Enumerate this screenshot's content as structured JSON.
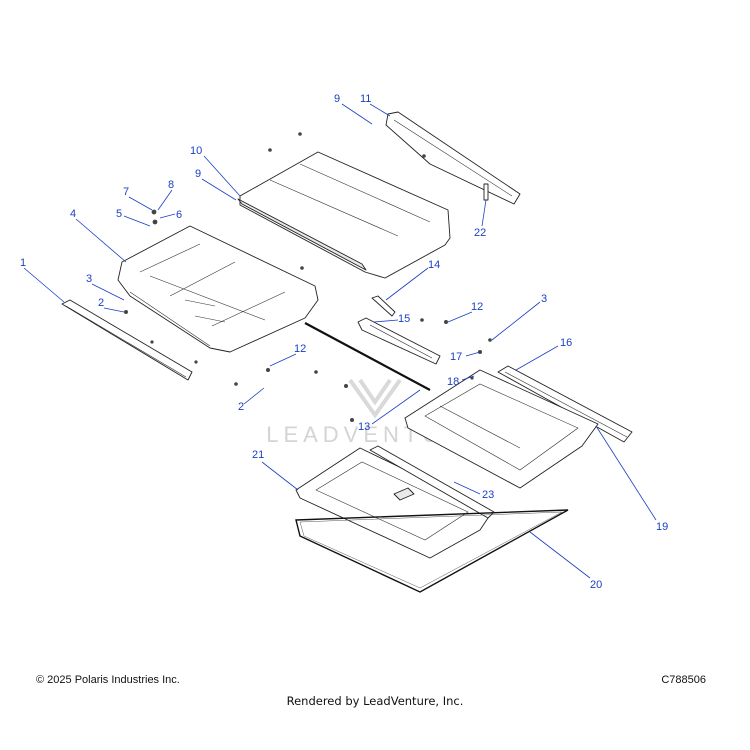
{
  "diagram": {
    "watermark": "LEADVENTURE",
    "callout_color": "#1a3fc4",
    "callouts": [
      "1",
      "2",
      "2",
      "3",
      "3",
      "4",
      "5",
      "6",
      "7",
      "8",
      "9",
      "9",
      "10",
      "11",
      "12",
      "12",
      "13",
      "14",
      "15",
      "16",
      "17",
      "18",
      "19",
      "20",
      "21",
      "22",
      "23"
    ]
  },
  "footer": {
    "copyright": "© 2025 Polaris Industries Inc.",
    "figure_id": "C788506",
    "rendered_by": "Rendered by LeadVenture, Inc."
  }
}
